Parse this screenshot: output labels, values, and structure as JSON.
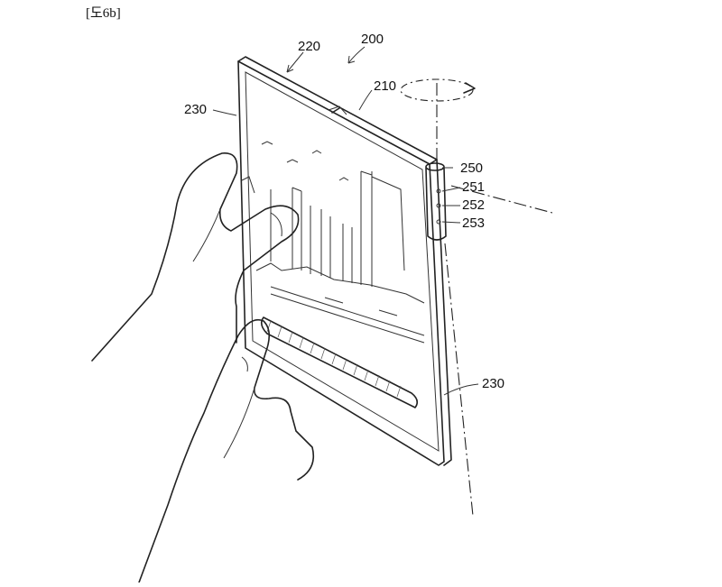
{
  "figure_label": "[도6b]",
  "reference_numerals": {
    "device": "200",
    "hinge": "210",
    "first_housing": "220",
    "display_top": "230",
    "display_bottom": "230",
    "side_module": "250",
    "sensor_1": "251",
    "sensor_2": "252",
    "sensor_3": "253"
  }
}
